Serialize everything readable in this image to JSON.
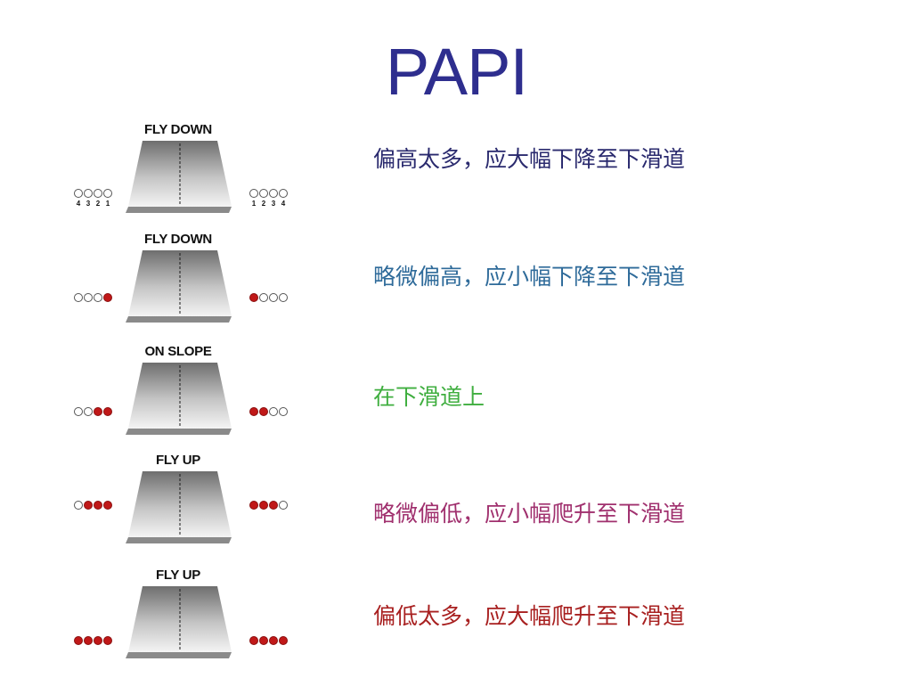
{
  "title": "PAPI",
  "colors": {
    "title": "#2e2e8e",
    "light_on": "#c01818",
    "light_off": "#ffffff",
    "light_stroke": "#555555"
  },
  "left_numbers": [
    "4",
    "3",
    "2",
    "1"
  ],
  "right_numbers": [
    "1",
    "2",
    "3",
    "4"
  ],
  "rows": [
    {
      "label": "FLY DOWN",
      "desc": "偏高太多，应大幅下降至下滑道",
      "desc_color": "#2a2a6e",
      "red_lights": 0
    },
    {
      "label": "FLY DOWN",
      "desc": "略微偏高，应小幅下降至下滑道",
      "desc_color": "#2f6b9a",
      "red_lights": 1
    },
    {
      "label": "ON SLOPE",
      "desc": "在下滑道上",
      "desc_color": "#3fae3f",
      "red_lights": 2
    },
    {
      "label": "FLY UP",
      "desc": "略微偏低，应小幅爬升至下滑道",
      "desc_color": "#a0306e",
      "red_lights": 3
    },
    {
      "label": "FLY UP",
      "desc": "偏低太多，应大幅爬升至下滑道",
      "desc_color": "#a82020",
      "red_lights": 4
    }
  ]
}
